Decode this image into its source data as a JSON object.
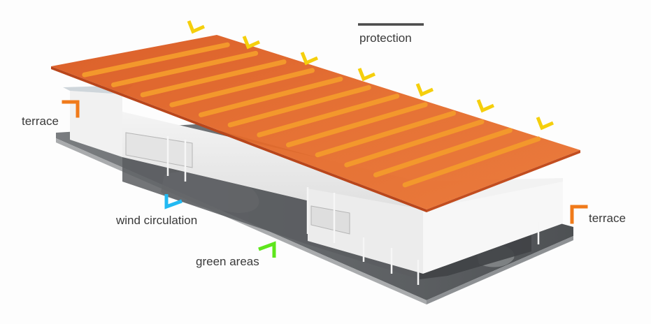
{
  "labels": {
    "protection": "protection",
    "terrace_left": "terrace",
    "terrace_right": "terrace",
    "wind": "wind circulation",
    "green": "green areas"
  },
  "colors": {
    "sun": "#f5cf0c",
    "terrace": "#f07a1a",
    "wind": "#22b9f2",
    "green": "#5ee61c",
    "roof": "#e2652c",
    "beam": "#f3982c",
    "protection_line": "#4a4a4a"
  },
  "icons": {
    "sun": "sun-ray-chevron-icon",
    "terrace": "terrace-corner-icon",
    "wind": "wind-chevron-icon",
    "green": "green-area-chevron-icon"
  }
}
